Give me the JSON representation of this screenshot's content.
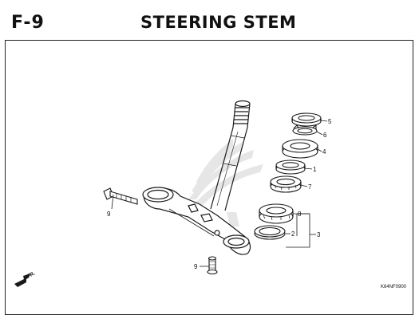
{
  "header": {
    "section_code": "F-9",
    "title": "STEERING STEM"
  },
  "callouts": {
    "c1": "1",
    "c2": "2",
    "c3": "3",
    "c4": "4",
    "c5": "5",
    "c6": "6",
    "c7": "7",
    "c8": "8",
    "c9a": "9",
    "c9b": "9"
  },
  "direction": {
    "label": "FR."
  },
  "figure": {
    "code": "K64NF0900"
  },
  "colors": {
    "line": "#1a1a1a",
    "watermark": "#e6e6e6"
  }
}
